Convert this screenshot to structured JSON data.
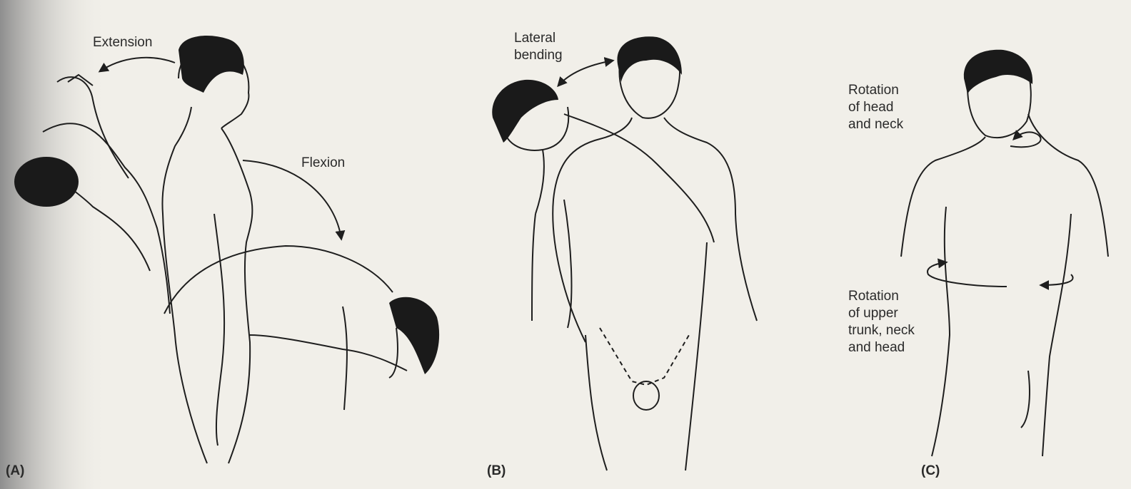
{
  "panels": [
    {
      "letter": "(A)",
      "labels": {
        "extension": "Extension",
        "flexion": "Flexion"
      }
    },
    {
      "letter": "(B)",
      "labels": {
        "lateral_bending": [
          "Lateral",
          "bending"
        ]
      }
    },
    {
      "letter": "(C)",
      "labels": {
        "rotation_head": [
          "Rotation",
          "of head",
          "and neck"
        ],
        "rotation_trunk": [
          "Rotation",
          "of upper",
          "trunk, neck",
          "and head"
        ]
      }
    }
  ],
  "colors": {
    "background": "#f1efe9",
    "ink": "#1e1e1e",
    "hair": "#1a1a1a",
    "left_shadow": "#9c9c9c"
  }
}
